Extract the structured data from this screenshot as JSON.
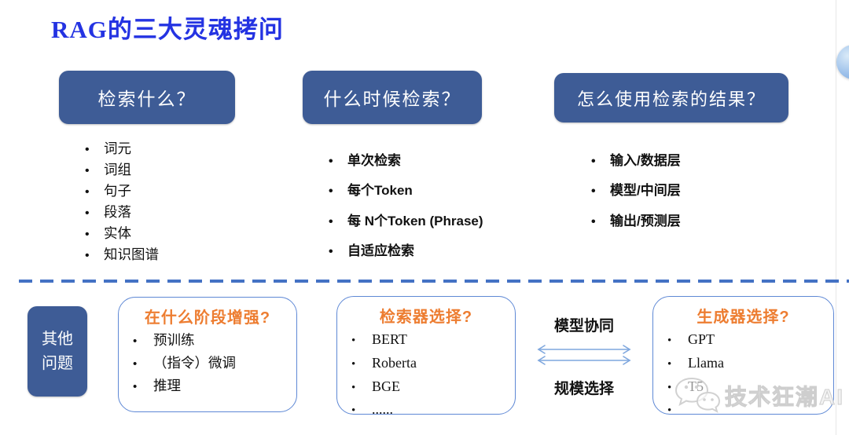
{
  "title": "RAG的三大灵魂拷问",
  "colors": {
    "title_blue": "#2433E2",
    "header_box_blue": "#3E5C96",
    "dashed_line_blue": "#4472C4",
    "outline_box_border": "#5E88D5",
    "accent_orange": "#ED7D31",
    "arrow_blue": "#7FA7DE"
  },
  "columns": [
    {
      "header": "检索什么？",
      "items": [
        "词元",
        "词组",
        "句子",
        "段落",
        "实体",
        "知识图谱"
      ]
    },
    {
      "header": "什么时候检索？",
      "items": [
        "单次检索",
        "每个Token",
        "每 N个Token (Phrase)",
        "自适应检索"
      ]
    },
    {
      "header": "怎么使用检索的结果？",
      "items": [
        "输入/数据层",
        "模型/中间层",
        "输出/预测层"
      ]
    }
  ],
  "bottom": {
    "side_label": {
      "line1": "其他",
      "line2": "问题"
    },
    "boxes": [
      {
        "header": "在什么阶段增强?",
        "items": [
          "预训练",
          "（指令）微调",
          "推理"
        ]
      },
      {
        "header": "检索器选择?",
        "items": [
          "BERT",
          "Roberta",
          "BGE",
          "......"
        ]
      },
      {
        "header": "生成器选择?",
        "items": [
          "GPT",
          "Llama",
          "T5",
          ""
        ]
      }
    ],
    "connector": {
      "top_label": "模型协同",
      "bottom_label": "规模选择"
    }
  },
  "watermark": {
    "icon": "wechat-icon",
    "text": "技术狂潮AI"
  }
}
